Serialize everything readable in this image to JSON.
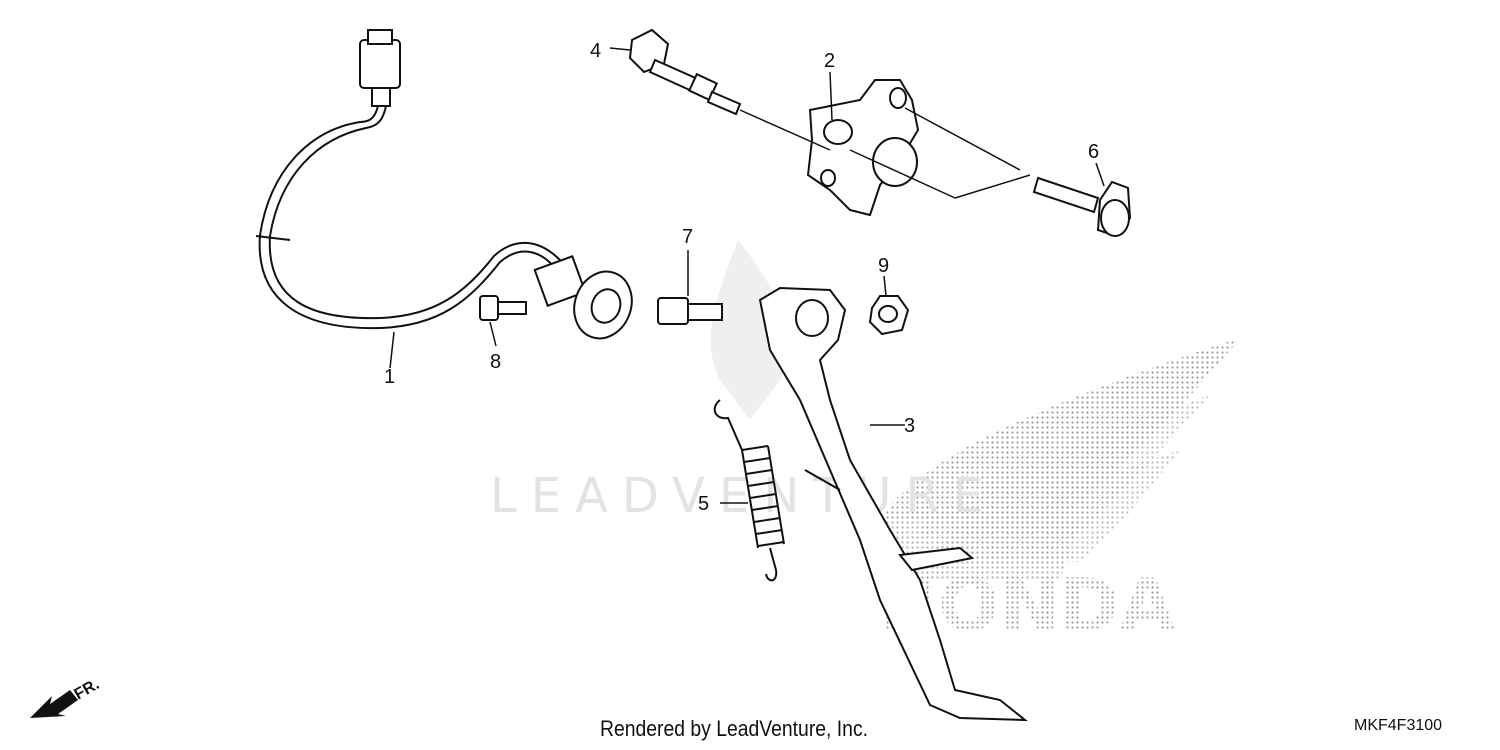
{
  "watermark": {
    "text": "LEADVENTURE"
  },
  "brand_logo": {
    "text": "HONDA"
  },
  "direction_marker": {
    "label": "FR."
  },
  "credit": "Rendered by LeadVenture, Inc.",
  "diagram_code": "MKF4F3100",
  "callouts": [
    {
      "number": "1",
      "part": "side-stand-switch-wire"
    },
    {
      "number": "2",
      "part": "switch-bracket"
    },
    {
      "number": "3",
      "part": "side-stand"
    },
    {
      "number": "4",
      "part": "pivot-bolt"
    },
    {
      "number": "5",
      "part": "stand-spring"
    },
    {
      "number": "6",
      "part": "flange-bolt"
    },
    {
      "number": "7",
      "part": "stand-pivot-pin"
    },
    {
      "number": "8",
      "part": "switch-bolt"
    },
    {
      "number": "9",
      "part": "nut"
    }
  ]
}
